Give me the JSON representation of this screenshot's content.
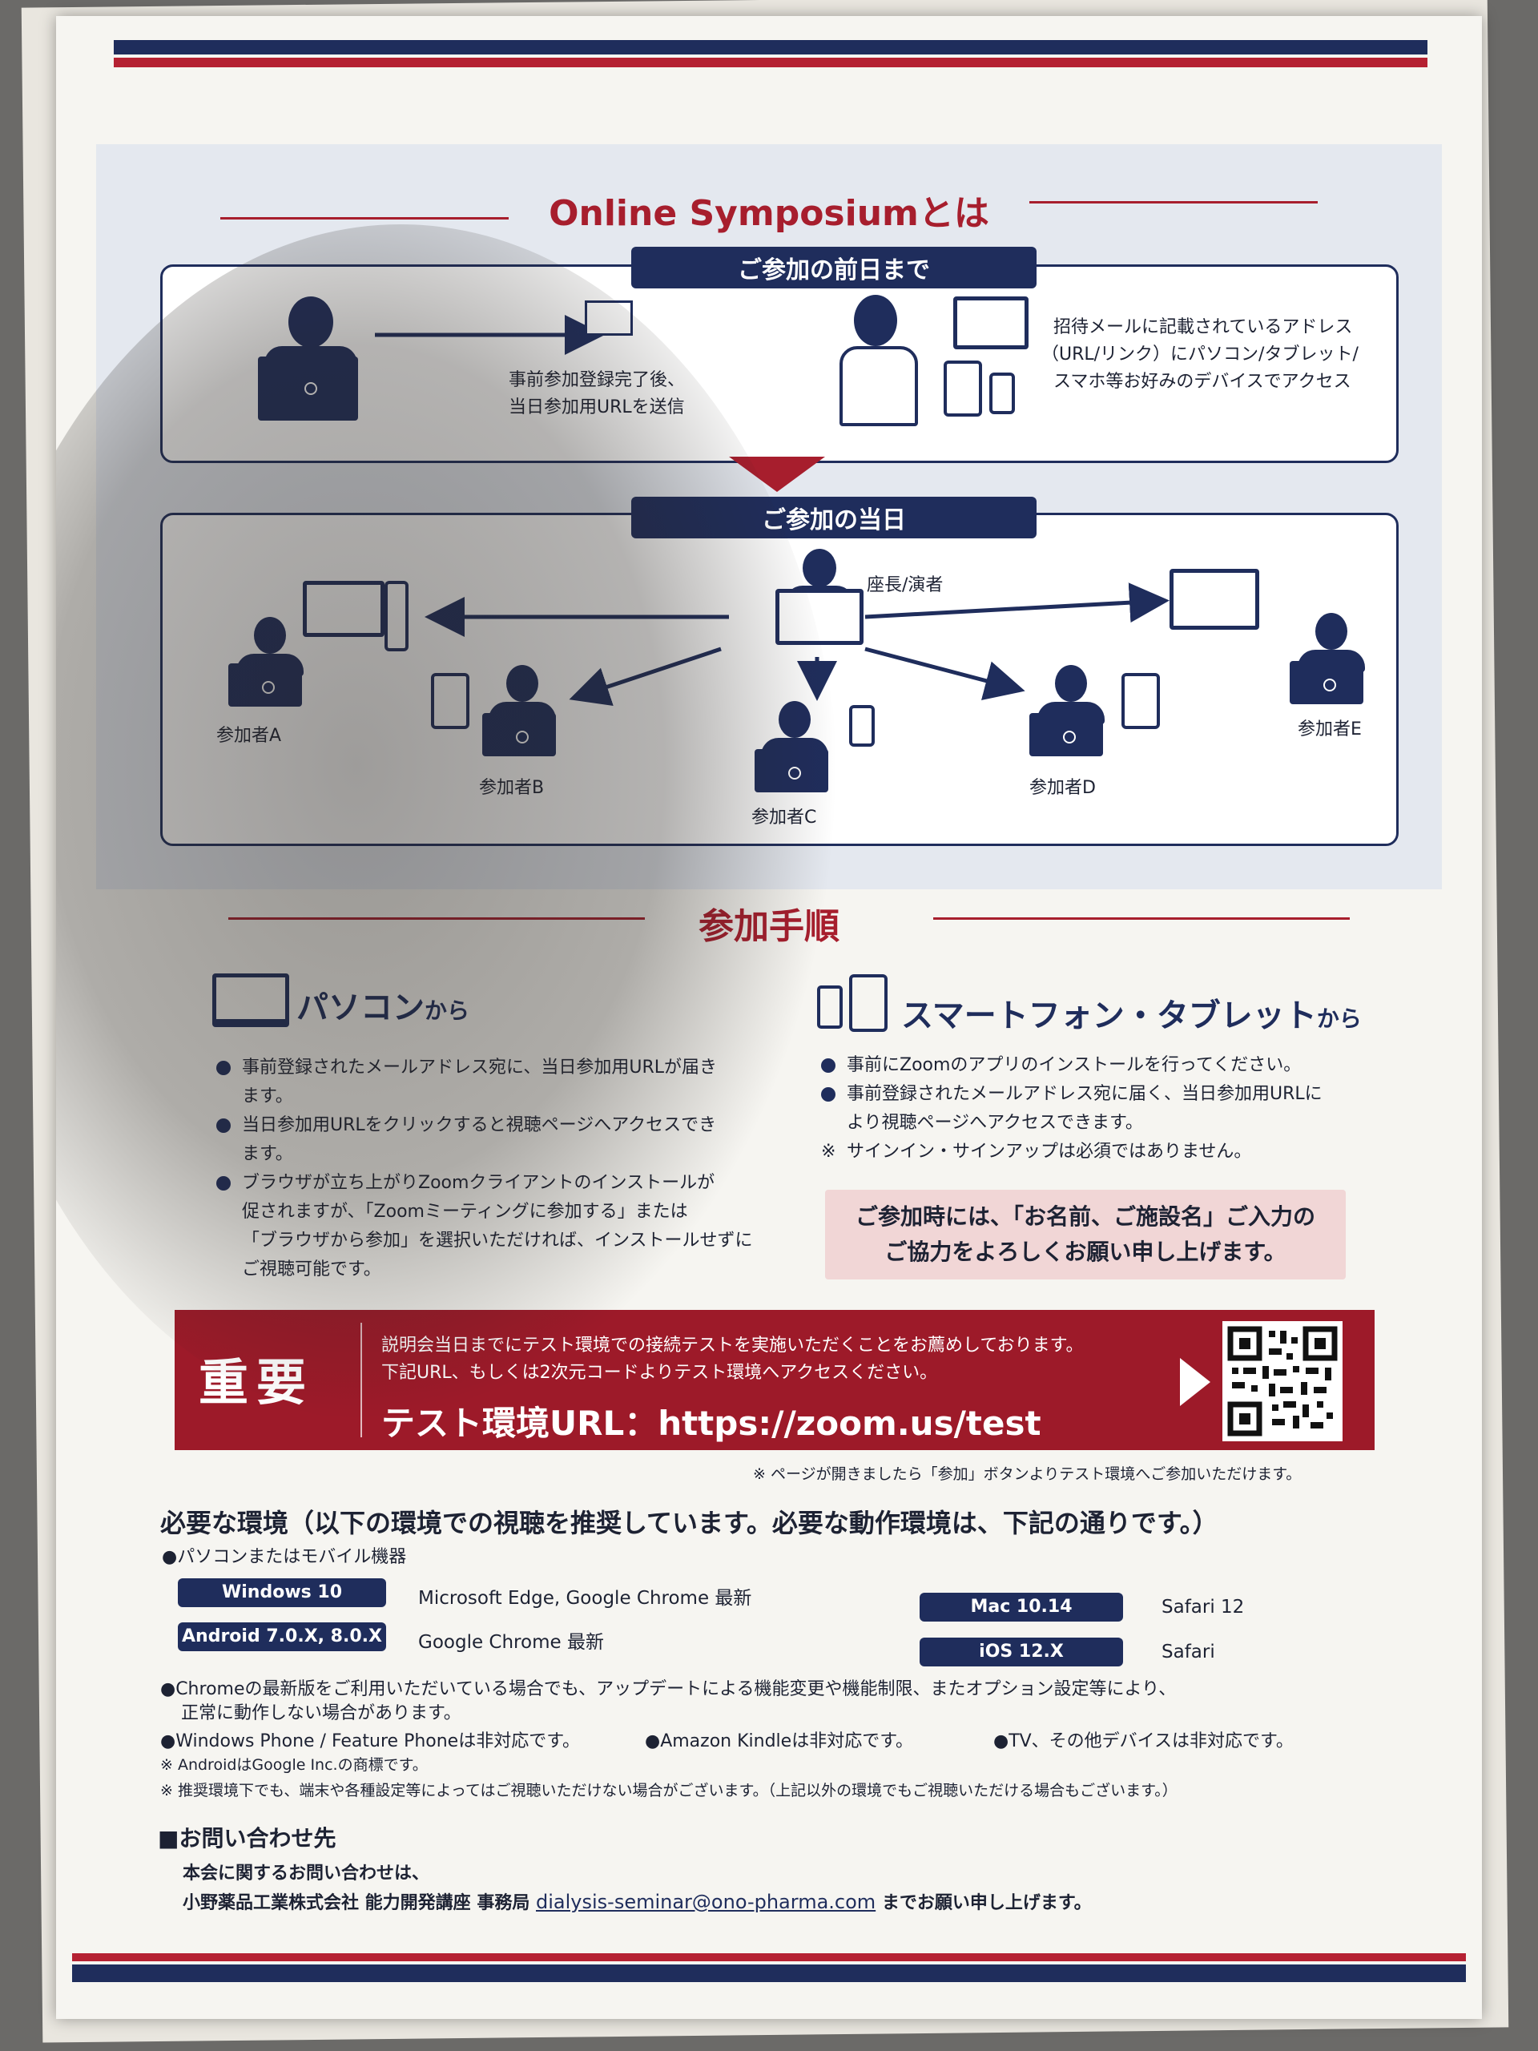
{
  "symposium": {
    "title": "Online Symposiumとは",
    "before_day_label": "ご参加の前日まで",
    "arrow_text_1": "事前参加登録完了後、",
    "arrow_text_2": "当日参加用URLを送信",
    "access_text_1": "招待メールに記載されているアドレス",
    "access_text_2": "（URL/リンク）にパソコン/タブレット/",
    "access_text_3": "スマホ等お好みのデバイスでアクセス",
    "on_day_label": "ご参加の当日",
    "presenter_label": "座長/演者",
    "participants": [
      "参加者A",
      "参加者B",
      "参加者C",
      "参加者D",
      "参加者E"
    ]
  },
  "procedure": {
    "title": "参加手順",
    "pc": {
      "heading": "パソコン",
      "heading_suffix": "から",
      "bullets": [
        [
          "事前登録されたメールアドレス宛に、当日参加用URLが届き",
          "ます。"
        ],
        [
          "当日参加用URLをクリックすると視聴ページへアクセスでき",
          "ます。"
        ],
        [
          "ブラウザが立ち上がりZoomクライアントのインストールが",
          "促されますが、「Zoomミーティングに参加する」または",
          "「ブラウザから参加」を選択いただければ、インストールせずに",
          "ご視聴可能です。"
        ]
      ]
    },
    "mobile": {
      "heading": "スマートフォン・タブレット",
      "heading_suffix": "から",
      "bullets": [
        [
          "事前にZoomのアプリのインストールを行ってください。"
        ],
        [
          "事前登録されたメールアドレス宛に届く、当日参加用URLに",
          "より視聴ページへアクセスできます。"
        ]
      ],
      "note": "サインイン・サインアップは必須ではありません。",
      "note_mark": "※"
    },
    "request_1": "ご参加時には、「お名前、ご施設名」ご入力の",
    "request_2": "ご協力をよろしくお願い申し上げます。"
  },
  "important": {
    "title": "重要",
    "line_1": "説明会当日までにテスト環境での接続テストを実施いただくことをお薦めしております。",
    "line_2": "下記URL、もしくは2次元コードよりテスト環境へアクセスください。",
    "url": "テスト環境URL：https://zoom.us/test",
    "footnote": "※ ページが開きましたら「参加」ボタンよりテスト環境へご参加いただけます。"
  },
  "environment": {
    "title": "必要な環境（以下の環境での視聴を推奨しています。必要な動作環境は、下記の通りです。）",
    "device_label": "●パソコンまたはモバイル機器",
    "rows": [
      {
        "os": "Windows 10",
        "browser": "Microsoft Edge, Google Chrome 最新"
      },
      {
        "os": "Android 7.0.X, 8.0.X",
        "browser": "Google Chrome 最新"
      },
      {
        "os": "Mac 10.14",
        "browser": "Safari 12"
      },
      {
        "os": "iOS 12.X",
        "browser": "Safari"
      }
    ],
    "chrome_note_1": "●Chromeの最新版をご利用いただいている場合でも、アップデートによる機能変更や機能制限、またオプション設定等により、",
    "chrome_note_2": "正常に動作しない場合があります。",
    "unsupported_1": "●Windows Phone / Feature Phoneは非対応です。",
    "unsupported_2": "●Amazon Kindleは非対応です。",
    "unsupported_3": "●TV、その他デバイスは非対応です。",
    "trademark": "※ AndroidはGoogle Inc.の商標です。",
    "disclaimer": "※ 推奨環境下でも、端末や各種設定等によってはご視聴いただけない場合がございます。（上記以外の環境でもご視聴いただける場合もございます。）"
  },
  "contact": {
    "heading": "■お問い合わせ先",
    "line_1": "本会に関するお問い合わせは、",
    "org": "小野薬品工業株式会社 能力開発講座 事務局",
    "email": "dialysis-seminar@ono-pharma.com",
    "suffix": "までお願い申し上げます。"
  },
  "colors": {
    "navy": "#1f2d5c",
    "red": "#a71e2d",
    "pink": "#f1d6d6"
  }
}
